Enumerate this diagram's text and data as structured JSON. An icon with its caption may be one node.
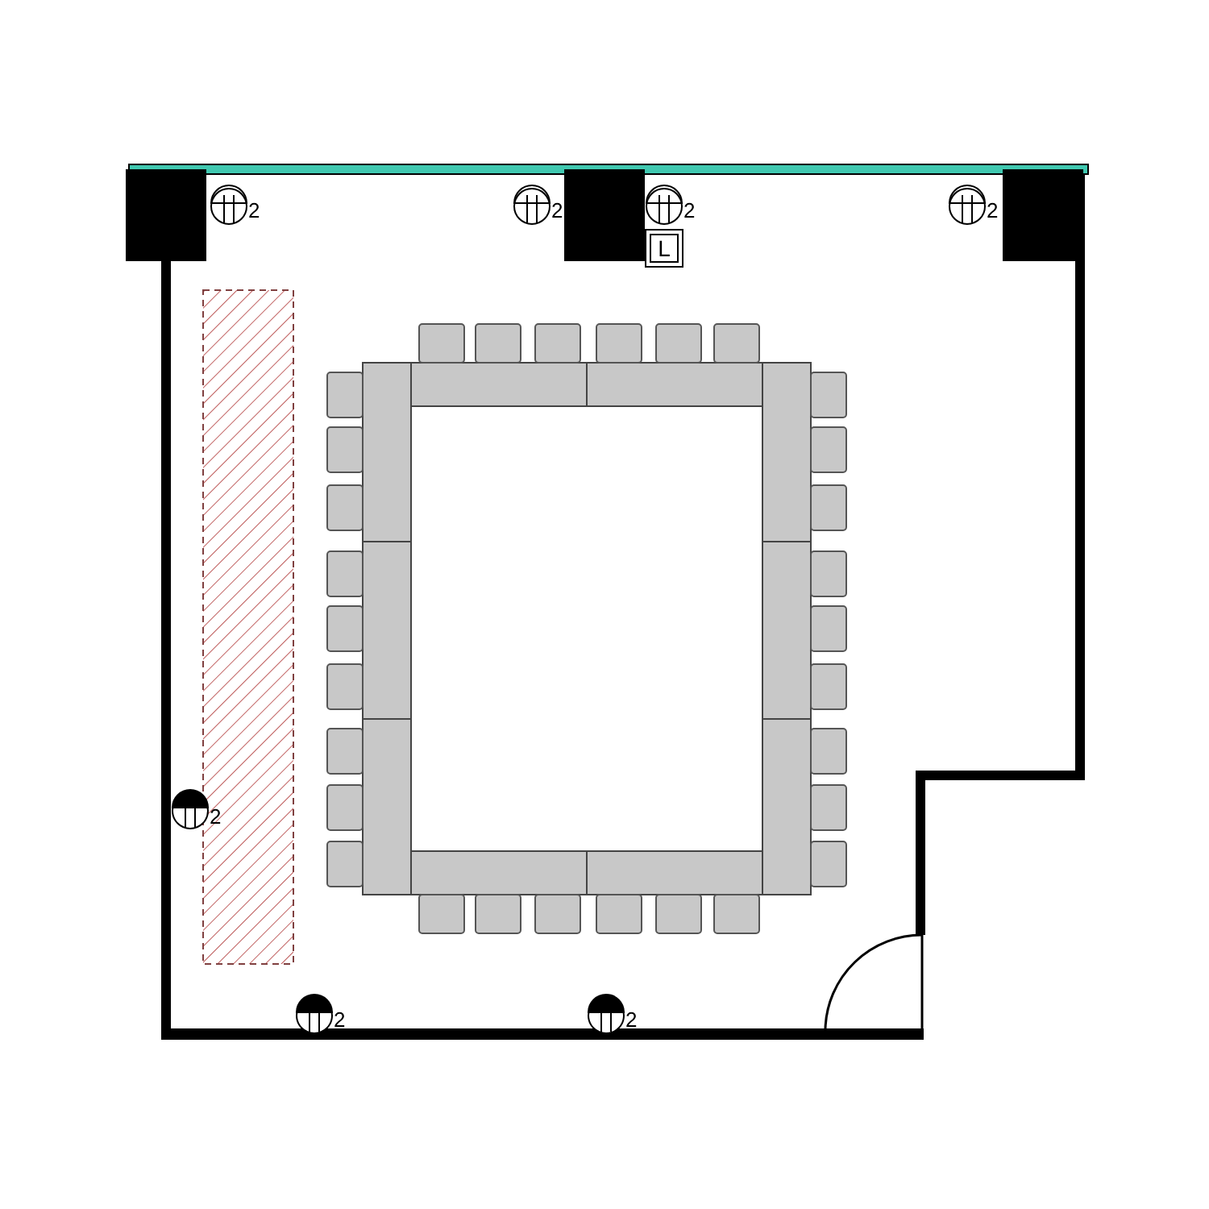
{
  "diagram": {
    "labels": [
      "2",
      "2",
      "2",
      "2",
      "L",
      "2",
      "2",
      "2"
    ]
  }
}
